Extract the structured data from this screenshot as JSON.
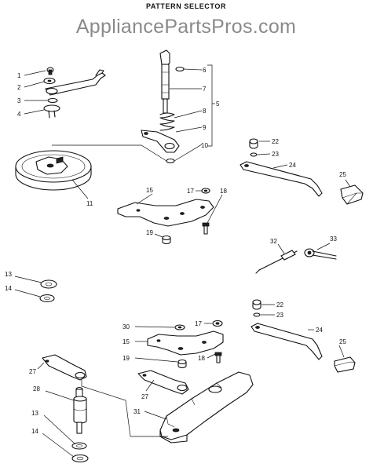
{
  "title": "PATTERN SELECTOR",
  "watermark": "AppliancePartsPros.com",
  "callouts": {
    "c1": "1",
    "c2": "2",
    "c3": "3",
    "c4": "4",
    "c5": "5",
    "c6": "6",
    "c7": "7",
    "c8": "8",
    "c9": "9",
    "c10": "10",
    "c11": "11",
    "c13a": "13",
    "c14a": "14",
    "c15a": "15",
    "c17a": "17",
    "c18a": "18",
    "c19a": "19",
    "c22a": "22",
    "c23a": "23",
    "c24a": "24",
    "c25a": "25",
    "c32": "32",
    "c33": "33",
    "c22b": "22",
    "c23b": "23",
    "c24b": "24",
    "c25b": "25",
    "c30": "30",
    "c17b": "17",
    "c15b": "15",
    "c19b": "19",
    "c18b": "18",
    "c27a": "27",
    "c27b": "27",
    "c28": "28",
    "c31": "31",
    "c13b": "13",
    "c14b": "14"
  }
}
